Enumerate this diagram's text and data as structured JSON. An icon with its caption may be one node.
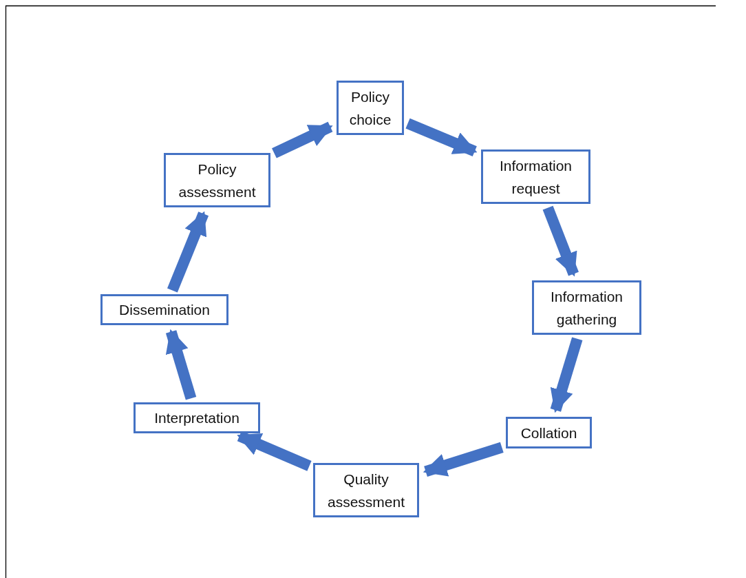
{
  "diagram": {
    "nodes": [
      {
        "text": [
          "Policy choice"
        ]
      },
      {
        "text": [
          "Information request"
        ]
      },
      {
        "text": [
          "Information gathering"
        ]
      },
      {
        "text": [
          "Collation"
        ]
      },
      {
        "text": [
          "Quality assessment"
        ]
      },
      {
        "text": [
          "Interpretation"
        ]
      },
      {
        "text": [
          "Dissemination"
        ]
      },
      {
        "text": [
          "Policy assessment"
        ]
      }
    ],
    "edges": [
      {
        "from": 0,
        "to": 1,
        "arrow": "to"
      },
      {
        "from": 1,
        "to": 2,
        "arrow": "to"
      },
      {
        "from": 2,
        "to": 3,
        "arrow": "to"
      },
      {
        "from": 3,
        "to": 4,
        "arrow": "to"
      },
      {
        "from": 4,
        "to": 5,
        "arrow": "to"
      },
      {
        "from": 5,
        "to": 6,
        "arrow": "to"
      },
      {
        "from": 6,
        "to": 7,
        "arrow": "to"
      },
      {
        "from": 7,
        "to": 0,
        "arrow": "to"
      }
    ]
  }
}
